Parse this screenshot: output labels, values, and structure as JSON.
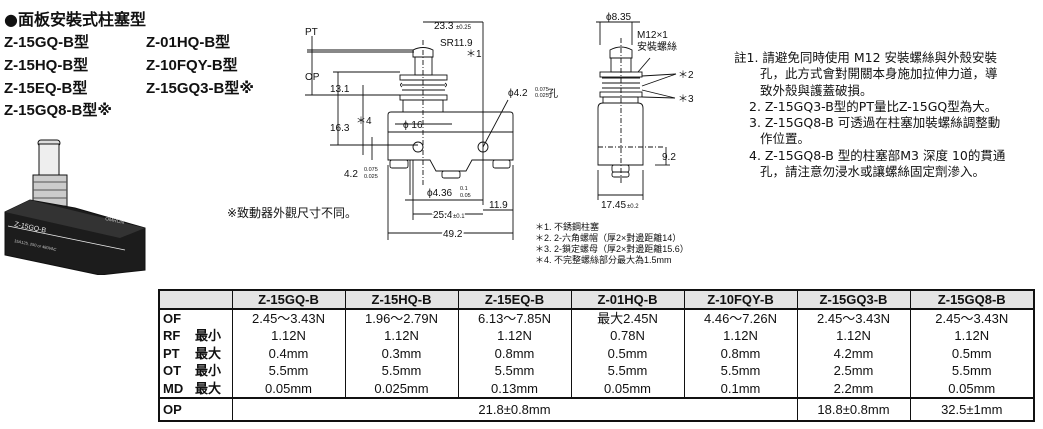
{
  "header": {
    "title": "●面板安裝式柱塞型",
    "models": [
      [
        "Z-15GQ-B型",
        "Z-01HQ-B型"
      ],
      [
        "Z-15HQ-B型",
        "Z-10FQY-B型"
      ],
      [
        "Z-15EQ-B型",
        "Z-15GQ3-B型※"
      ],
      [
        "Z-15GQ8-B型※",
        ""
      ]
    ]
  },
  "photo": {
    "label": "Z-15GQ-B",
    "brand": "OMRON",
    "description_text": "15A125, 250 or 480VAC"
  },
  "actuator_note": "※致動器外觀尺寸不同。",
  "drawing": {
    "front": {
      "pt": "PT",
      "op": "OP",
      "d23": "23.3",
      "d23_tol": "±0.25",
      "sr": "SR11.9",
      "star1": "＊1",
      "d13": "13.1",
      "star4": "＊4",
      "d16": "16.3",
      "phi16": "ϕ 16",
      "hole": "ϕ4.2",
      "hole_tol_top": "0.075",
      "hole_tol_bot": "0.025",
      "hole_suffix": "孔",
      "d42": "4.2",
      "d42_tol_top": "0.075",
      "d42_tol_bot": "0.025",
      "phi436": "ϕ4.36",
      "phi436_tol_top": "0.1",
      "phi436_tol_bot": "0.05",
      "d254": "25.4",
      "d254_tol": "±0.1",
      "d119": "11.9",
      "d492": "49.2"
    },
    "side": {
      "phi835": "ϕ8.35",
      "m12": "M12×1",
      "m12_label": "安裝螺絲",
      "star2": "＊2",
      "star3": "＊3",
      "d92": "9.2",
      "d1745": "17.45",
      "d1745_tol": "±0.2"
    },
    "footnotes": [
      "＊1. 不銹鋼柱塞",
      "＊2. 2-六角螺帽（厚2×對邊距離14）",
      "＊3. 2-鎖定螺母（厚2×對邊距離15.6）",
      "＊4. 不完整螺絲部分最大為1.5mm"
    ]
  },
  "notes": [
    {
      "prefix": "註1. ",
      "lines": [
        "請避免同時使用 M12 安裝螺絲與外殼安裝",
        "孔，此方式會對開關本身施加拉伸力道，導",
        "致外殼與護蓋破損。"
      ]
    },
    {
      "prefix": "2. ",
      "lines": [
        "Z-15GQ3-B型的PT量比Z-15GQ型為大。"
      ]
    },
    {
      "prefix": "3. ",
      "lines": [
        "Z-15GQ8-B 可透過在柱塞加裝螺絲調整動",
        "作位置。"
      ]
    },
    {
      "prefix": "4. ",
      "lines": [
        "Z-15GQ8-B 型的柱塞部M3 深度 10的貫通",
        "孔，請注意勿浸水或讓螺絲固定劑滲入。"
      ]
    }
  ],
  "table": {
    "columns": [
      "Z-15GQ-B",
      "Z-15HQ-B",
      "Z-15EQ-B",
      "Z-01HQ-B",
      "Z-10FQY-B",
      "Z-15GQ3-B",
      "Z-15GQ8-B"
    ],
    "row_labels": [
      {
        "name": "OF",
        "qual": ""
      },
      {
        "name": "RF",
        "qual": "最小"
      },
      {
        "name": "PT",
        "qual": "最大"
      },
      {
        "name": "OT",
        "qual": "最小"
      },
      {
        "name": "MD",
        "qual": "最大"
      }
    ],
    "values": [
      [
        "2.45～3.43N",
        "1.12N",
        "0.4mm",
        "5.5mm",
        "0.05mm"
      ],
      [
        "1.96～2.79N",
        "1.12N",
        "0.3mm",
        "5.5mm",
        "0.025mm"
      ],
      [
        "6.13～7.85N",
        "1.12N",
        "0.8mm",
        "5.5mm",
        "0.13mm"
      ],
      [
        "最大2.45N",
        "0.78N",
        "0.5mm",
        "5.5mm",
        "0.05mm"
      ],
      [
        "4.46～7.26N",
        "1.12N",
        "0.8mm",
        "5.5mm",
        "0.1mm"
      ],
      [
        "2.45～3.43N",
        "1.12N",
        "4.2mm",
        "2.5mm",
        "2.2mm"
      ],
      [
        "2.45～3.43N",
        "1.12N",
        "0.5mm",
        "5.5mm",
        "0.05mm"
      ]
    ],
    "op_label": "OP",
    "op_values": [
      "21.8±0.8mm",
      "18.8±0.8mm",
      "32.5±1mm"
    ]
  }
}
